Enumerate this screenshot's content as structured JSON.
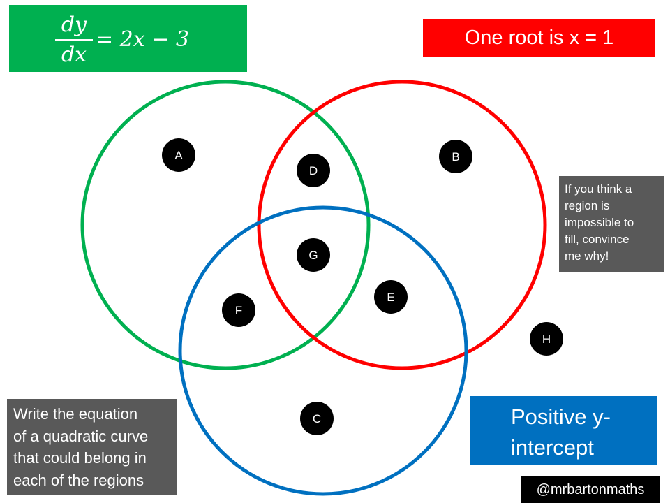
{
  "derivative_label": {
    "numerator": "dy",
    "denominator": "dx",
    "rhs": "= 2x − 3",
    "color": "#00b050"
  },
  "root_label": {
    "text": "One root is x = 1",
    "color": "#ff0000"
  },
  "intercept_label": {
    "line1": "Positive y-",
    "line2": "intercept",
    "color": "#0070c0"
  },
  "task_text": {
    "lines": [
      "Write the equation",
      "of a quadratic curve",
      "that could belong in",
      "each of the regions"
    ]
  },
  "hint_text": {
    "lines": [
      "If you think a",
      "region is",
      "impossible to",
      "fill, convince",
      "me why!"
    ]
  },
  "handle": "@mrbartonmaths",
  "circles": {
    "green": "#00b050",
    "red": "#ff0000",
    "blue": "#0070c0"
  },
  "regions": [
    "A",
    "B",
    "C",
    "D",
    "E",
    "F",
    "G",
    "H"
  ]
}
